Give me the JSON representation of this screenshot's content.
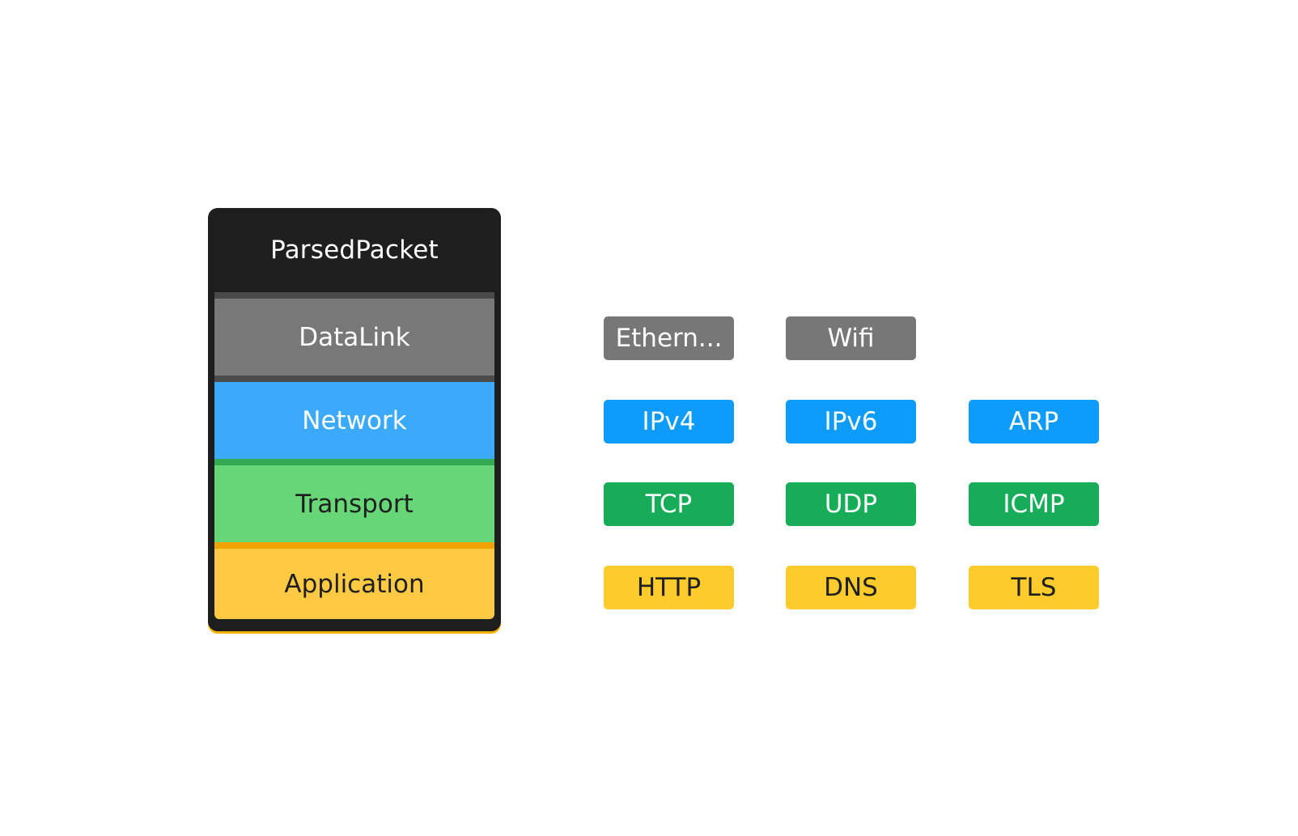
{
  "packet": {
    "title": "ParsedPacket",
    "layers": {
      "datalink": "DataLink",
      "network": "Network",
      "transport": "Transport",
      "application": "Application"
    }
  },
  "protocols": {
    "datalink": [
      "Ethern...",
      "Wifi"
    ],
    "network": [
      "IPv4",
      "IPv6",
      "ARP"
    ],
    "transport": [
      "TCP",
      "UDP",
      "ICMP"
    ],
    "application": [
      "HTTP",
      "DNS",
      "TLS"
    ]
  },
  "colors": {
    "datalink": "#777777",
    "network": "#0d9bfc",
    "transport": "#17ad58",
    "application": "#fdcb2b",
    "packet_header": "#1e1e1e"
  }
}
